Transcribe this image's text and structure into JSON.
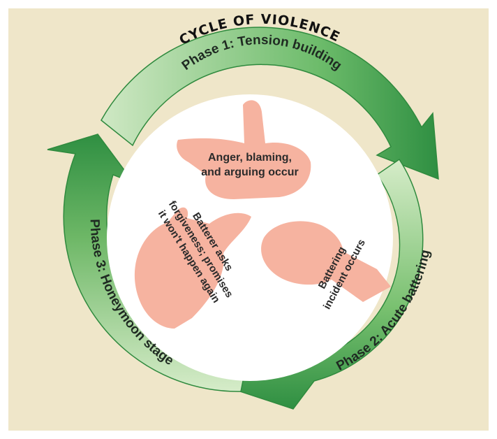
{
  "title": "CYCLE OF VIOLENCE",
  "phases": [
    {
      "label": "Phase 1: Tension building"
    },
    {
      "label": "Phase 2: Acute battering"
    },
    {
      "label": "Phase 3: Honeymoon stage"
    }
  ],
  "descriptions": {
    "anger_line1": "Anger, blaming,",
    "anger_line2": "and arguing occur",
    "batterer_line1": "Batterer asks",
    "batterer_line2": "forgiveness; promises",
    "batterer_line3": "it won't happen again",
    "battering_line1": "Battering",
    "battering_line2": "incident occurs"
  },
  "colors": {
    "background": "#efe6c9",
    "ring_dark": "#3a9a4a",
    "ring_light": "#cfe8c4",
    "hand": "#f6b3a0",
    "center": "#ffffff"
  },
  "icons": [
    "pointing-hand-icon",
    "open-hand-icon",
    "fist-icon"
  ]
}
